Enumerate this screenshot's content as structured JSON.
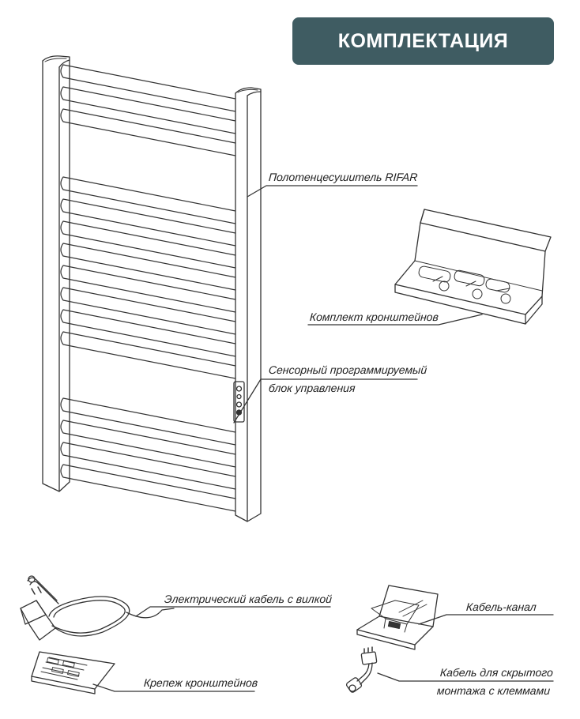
{
  "title": "КОМПЛЕКТАЦИЯ",
  "colors": {
    "badge": "#3f5c62",
    "line": "#333333"
  },
  "items": {
    "towel_dryer": "Полотенцесушитель RIFAR",
    "bracket_kit": "Комплект кронштейнов",
    "control_unit_line1": "Сенсорный программируемый",
    "control_unit_line2": "блок управления",
    "power_cable": "Электрический кабель с вилкой",
    "cable_channel": "Кабель-канал",
    "bracket_fasteners": "Крепеж кронштейнов",
    "hidden_cable_line1": "Кабель для скрытого",
    "hidden_cable_line2": "монтажа с клеммами"
  }
}
